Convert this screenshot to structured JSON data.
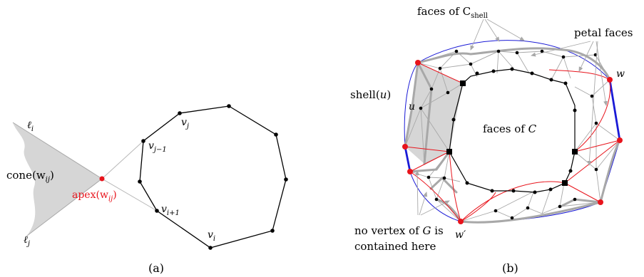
{
  "panel_a": {
    "caption": "(a)",
    "label_li": "ℓ",
    "label_li_sub": "i",
    "label_lj": "ℓ",
    "label_lj_sub": "j",
    "label_cone": "cone(w",
    "label_cone_sub": "ij",
    "label_cone_end": ")",
    "label_apex": "apex(w",
    "label_apex_sub": "ij",
    "label_apex_end": ")",
    "label_vj": "v",
    "label_vj_sub": "j",
    "label_vj1": "v",
    "label_vj1_sub": "j−1",
    "label_vi1": "v",
    "label_vi1_sub": "i+1",
    "label_vi": "v",
    "label_vi_sub": "i"
  },
  "panel_b": {
    "caption": "(b)",
    "label_faces_shell": "faces of C",
    "label_faces_shell_sub": "shell",
    "label_petal": "petal faces",
    "label_shell_u": "shell(",
    "label_shell_u_var": "u",
    "label_shell_u_end": ")",
    "label_faces_c": "faces of ",
    "label_faces_c_var": "C",
    "label_u": "u",
    "label_w": "w",
    "label_wprime": "w′",
    "label_novertex_1": "no vertex of ",
    "label_novertex_1_var": "G",
    "label_novertex_1_end": " is",
    "label_novertex_2": "contained here"
  },
  "colors": {
    "shade": "#d6d6d6",
    "red": "#e8141c",
    "blue": "#1a1ad6",
    "gray_edge": "#a8a8a8",
    "black": "#000000"
  }
}
